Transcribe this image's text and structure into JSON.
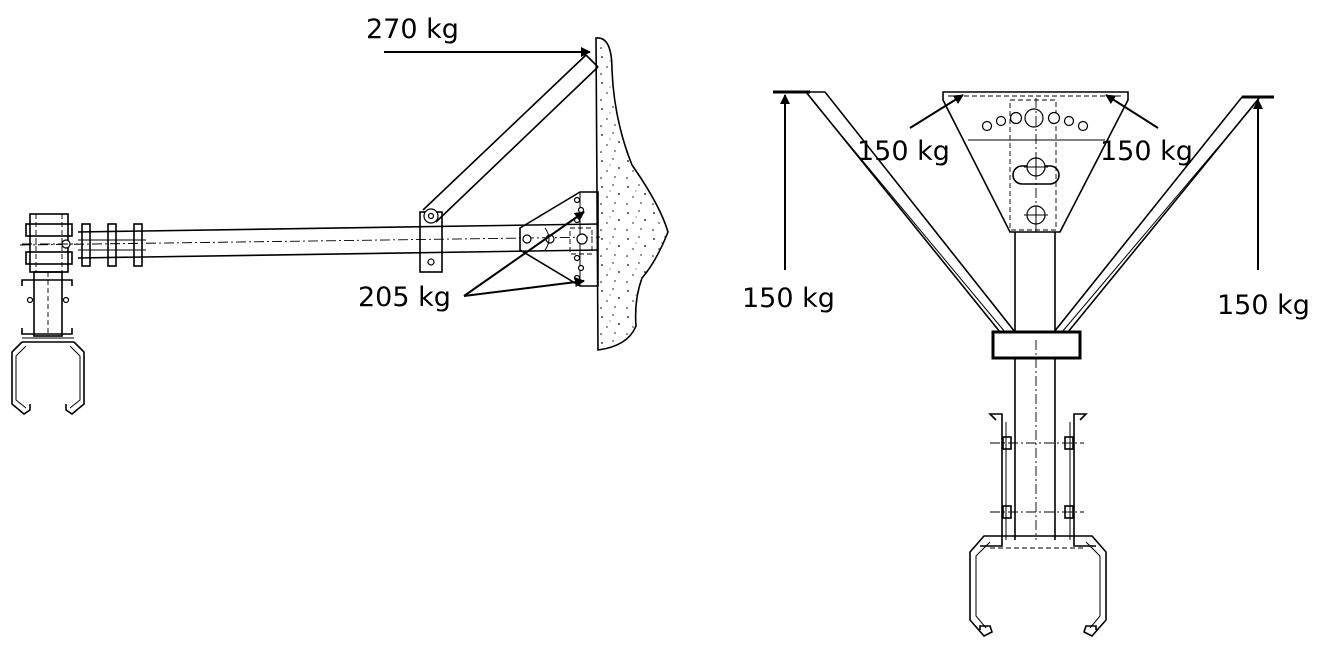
{
  "side_view": {
    "load_top": "270 kg",
    "load_bracket": "205 kg"
  },
  "front_view": {
    "load_plate_left": "150 kg",
    "load_plate_right": "150 kg",
    "load_arm_left": "150 kg",
    "load_arm_right": "150 kg"
  }
}
